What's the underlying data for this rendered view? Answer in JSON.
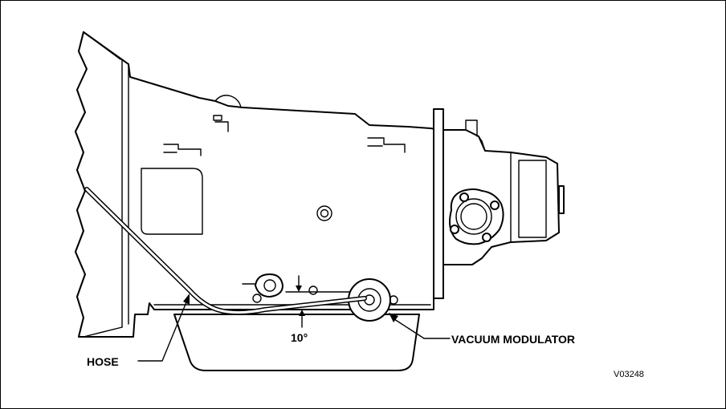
{
  "labels": {
    "hose": "HOSE",
    "vacuum_modulator": "VACUUM MODULATOR",
    "angle": "10°",
    "figure_code": "V03248"
  }
}
